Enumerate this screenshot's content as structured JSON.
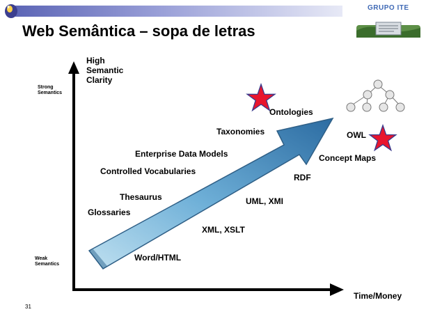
{
  "header": {
    "title": "Web Semântica – sopa de letras",
    "logo_text": "GRUPO ITE"
  },
  "axes": {
    "y_title": [
      "High",
      "Semantic",
      "Clarity"
    ],
    "y_strong": [
      "Strong",
      "Semantics"
    ],
    "y_weak": [
      "Weak",
      "Semantics"
    ],
    "x_title": "Time/Money"
  },
  "terms_left": {
    "taxonomies": "Taxonomies",
    "enterprise": "Enterprise Data Models",
    "vocabularies": "Controlled Vocabularies",
    "thesaurus": "Thesaurus",
    "glossaries": "Glossaries"
  },
  "terms_right": {
    "ontologies": "Ontologies",
    "owl": "OWL",
    "concept_maps": "Concept Maps",
    "rdf": "RDF",
    "uml": "UML, XMI",
    "xml": "XML, XSLT",
    "word": "Word/HTML"
  },
  "footer": {
    "page_number": "31"
  },
  "colors": {
    "arrow_light": "#a9d2e8",
    "arrow_dark": "#2f6fa3",
    "star": "#e8152d",
    "star_outline": "#3a3a8c",
    "title_bar": "#5d66b6"
  }
}
